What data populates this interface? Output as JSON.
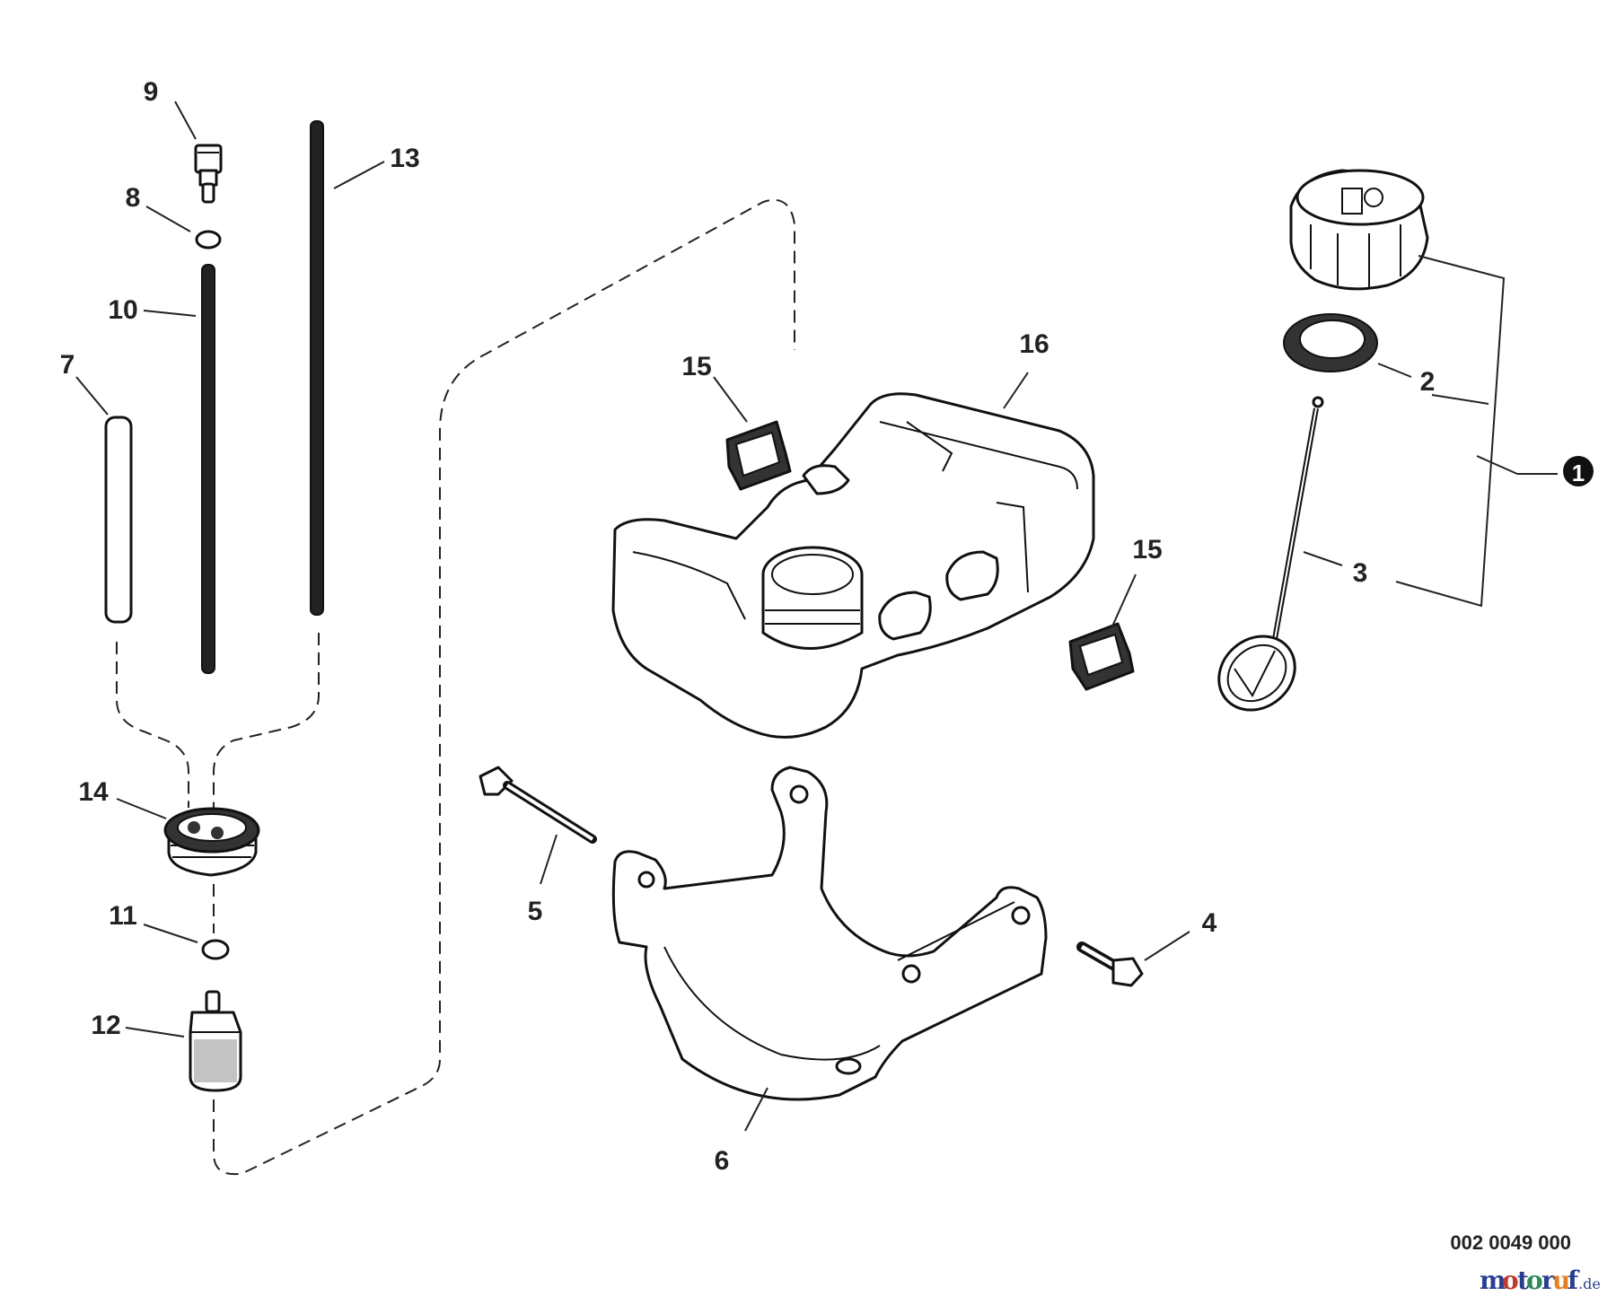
{
  "callouts": {
    "c1": "1",
    "c2": "2",
    "c3": "3",
    "c4": "4",
    "c5": "5",
    "c6": "6",
    "c7": "7",
    "c8": "8",
    "c9": "9",
    "c10": "10",
    "c11": "11",
    "c12": "12",
    "c13": "13",
    "c14": "14",
    "c15a": "15",
    "c15b": "15",
    "c16": "16"
  },
  "diagram_code": "002 0049 000",
  "watermark": {
    "main": "motoruf",
    "suffix": ".de"
  },
  "colors": {
    "ink": "#222222",
    "background": "#ffffff",
    "brand_blue": "#2a3f8f",
    "brand_red": "#c0392b",
    "brand_green": "#2e8b57",
    "brand_orange": "#e67e22"
  }
}
